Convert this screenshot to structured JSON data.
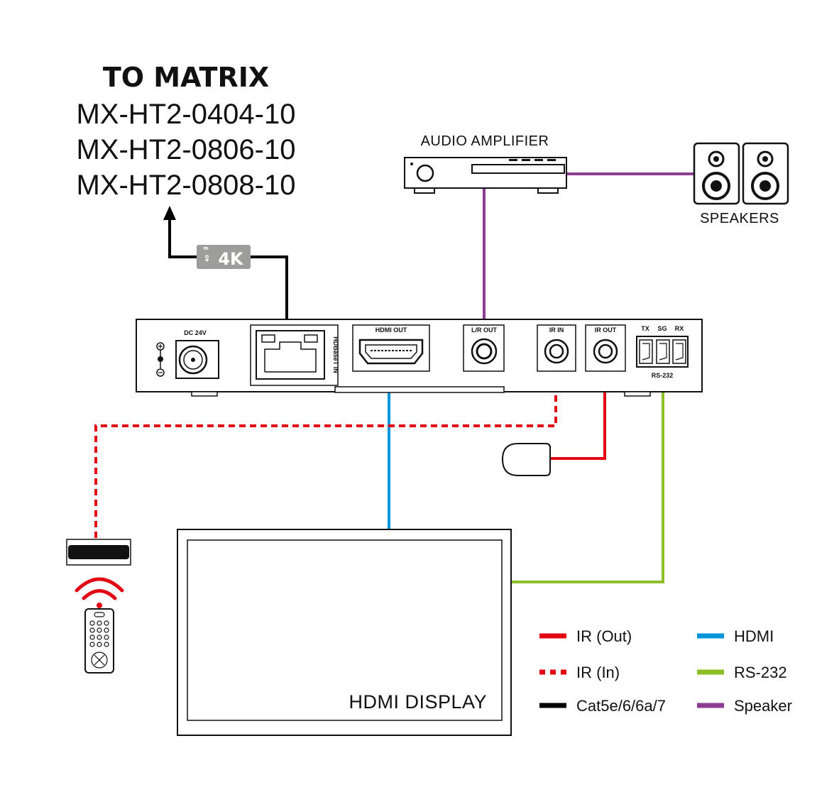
{
  "header": {
    "title": "TO MATRIX",
    "models": [
      "MX-HT2-0404-10",
      "MX-HT2-0806-10",
      "MX-HT2-0808-10"
    ]
  },
  "badge": {
    "distance": "40",
    "unit": "m",
    "resolution": "4K"
  },
  "amplifier": {
    "label": "AUDIO AMPLIFIER"
  },
  "speakers": {
    "label": "SPEAKERS"
  },
  "device": {
    "ports": {
      "dc": "DC 24V",
      "hdbaset": "HDBaseT IN",
      "hdmi_out": "HDMI OUT",
      "lr_out": "L/R OUT",
      "ir_in": "IR IN",
      "ir_out": "IR OUT",
      "tx": "TX",
      "sg": "SG",
      "rx": "RX",
      "rs232": "RS-232"
    }
  },
  "display": {
    "label": "HDMI DISPLAY"
  },
  "legend": [
    {
      "label": "IR (Out)",
      "color": "#e30613",
      "style": "solid"
    },
    {
      "label": "IR (In)",
      "color": "#e30613",
      "style": "dashed"
    },
    {
      "label": "Cat5e/6/6a/7",
      "color": "#000000",
      "style": "solid"
    },
    {
      "label": "HDMI",
      "color": "#0095da",
      "style": "solid"
    },
    {
      "label": "RS-232",
      "color": "#8cbf26",
      "style": "solid"
    },
    {
      "label": "Speaker",
      "color": "#8b3d92",
      "style": "solid"
    }
  ],
  "colors": {
    "ir": "#e30613",
    "cat": "#000000",
    "hdmi": "#0095da",
    "rs232": "#8cbf26",
    "speaker": "#8b3d92",
    "badge_bg": "#9d9d9c"
  }
}
